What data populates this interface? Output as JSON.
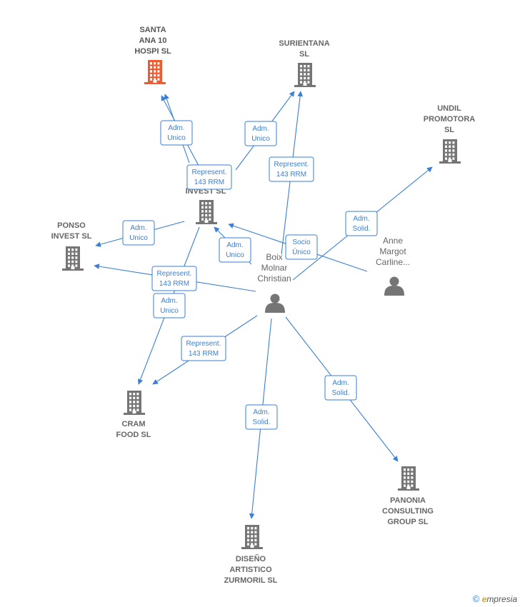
{
  "colors": {
    "edge": "#3a7fd5",
    "node": "#757575",
    "highlight": "#ef5b2f",
    "text": "#666666"
  },
  "nodes": [
    {
      "id": "santa",
      "type": "company",
      "lines": [
        "SANTA",
        "ANA 10",
        "HOSPI  SL"
      ],
      "highlight": true
    },
    {
      "id": "surientana",
      "type": "company",
      "lines": [
        "SURIENTANA",
        "SL"
      ]
    },
    {
      "id": "undil",
      "type": "company",
      "lines": [
        "UNDIL",
        "PROMOTORA",
        "SL"
      ]
    },
    {
      "id": "invest",
      "type": "company",
      "lines": [
        "INVEST  SL"
      ]
    },
    {
      "id": "ponso",
      "type": "company",
      "lines": [
        "PONSO",
        "INVEST  SL"
      ]
    },
    {
      "id": "cram",
      "type": "company",
      "lines": [
        "CRAM",
        "FOOD  SL"
      ]
    },
    {
      "id": "diseno",
      "type": "company",
      "lines": [
        "DISEÑO",
        "ARTISTICO",
        "ZURMORIL  SL"
      ]
    },
    {
      "id": "panonia",
      "type": "company",
      "lines": [
        "PANONIA",
        "CONSULTING",
        "GROUP  SL"
      ]
    },
    {
      "id": "boix",
      "type": "person",
      "lines": [
        "Boix",
        "Molnar",
        "Christian"
      ]
    },
    {
      "id": "anne",
      "type": "person",
      "lines": [
        "Anne",
        "Margot",
        "Carline..."
      ]
    }
  ],
  "edges": [
    {
      "from": "boix",
      "to": "santa",
      "label": [
        "Adm.",
        "Unico"
      ]
    },
    {
      "from": "invest",
      "to": "santa",
      "label": [
        "Represent.",
        "143 RRM"
      ]
    },
    {
      "from": "invest",
      "to": "surientana",
      "label": [
        "Adm.",
        "Unico"
      ]
    },
    {
      "from": "boix",
      "to": "surientana",
      "label": [
        "Represent.",
        "143 RRM"
      ]
    },
    {
      "from": "boix",
      "to": "undil",
      "label": [
        "Adm.",
        "Solid."
      ]
    },
    {
      "from": "invest",
      "to": "ponso",
      "label": [
        "Adm.",
        "Unico"
      ]
    },
    {
      "from": "boix",
      "to": "invest",
      "label": [
        "Adm.",
        "Unico"
      ]
    },
    {
      "from": "anne",
      "to": "invest",
      "label": [
        "Socio",
        "Único"
      ]
    },
    {
      "from": "boix",
      "to": "ponso",
      "label": [
        "Represent.",
        "143 RRM"
      ]
    },
    {
      "from": "invest",
      "to": "cram",
      "label": [
        "Adm.",
        "Unico"
      ]
    },
    {
      "from": "boix",
      "to": "cram",
      "label": [
        "Represent.",
        "143 RRM"
      ]
    },
    {
      "from": "boix",
      "to": "diseno",
      "label": [
        "Adm.",
        "Solid."
      ]
    },
    {
      "from": "boix",
      "to": "panonia",
      "label": [
        "Adm.",
        "Solid."
      ]
    }
  ],
  "watermark": {
    "symbol": "©",
    "brand_initial": "e",
    "brand_rest": "mpresia"
  }
}
